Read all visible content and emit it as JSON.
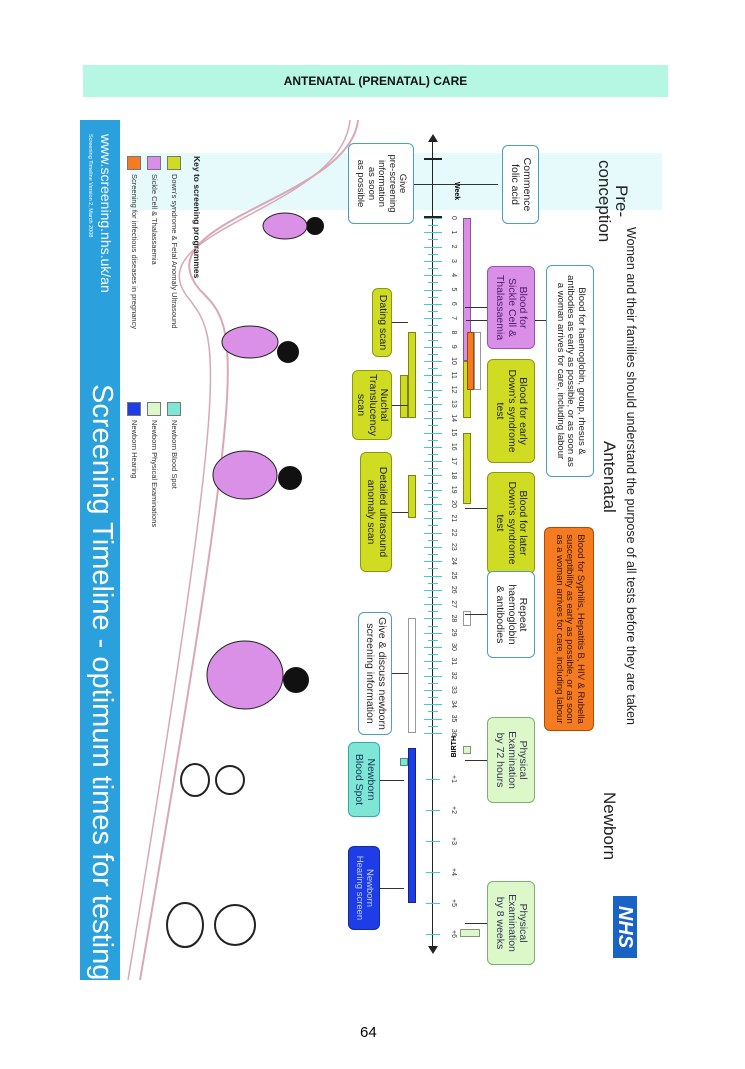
{
  "header": {
    "title": "ANTENATAL (PRENATAL) CARE"
  },
  "page_number": "64",
  "timeline": {
    "intro": "Women and their families should understand the purpose of all tests before they are taken",
    "phases": {
      "preconception": "Pre-\nconception",
      "antenatal": "Antenatal",
      "newborn": "Newborn"
    },
    "logo": "NHS",
    "week_label": "Week",
    "weeks": [
      "0",
      "1",
      "2",
      "3",
      "4",
      "5",
      "6",
      "7",
      "8",
      "9",
      "10",
      "11",
      "12",
      "13",
      "14",
      "15",
      "16",
      "17",
      "18",
      "19",
      "20",
      "21",
      "22",
      "23",
      "24",
      "25",
      "26",
      "27",
      "28",
      "29",
      "30",
      "31",
      "32",
      "33",
      "34",
      "35",
      "36"
    ],
    "birth_label": "BIRTH",
    "post_birth": [
      "+1",
      "+2",
      "+3",
      "+4",
      "+5",
      "+6"
    ],
    "boxes": {
      "folic": "Commence\nfolic acid",
      "prescreen": "Give\npre-screening\ninformation\nas soon\nas possible",
      "haemoglobin": "Blood for haemoglobin, group, rhesus &\nantibodies as early as possible, or as soon as\na woman arrives for care, including labour",
      "sickle": "Blood for\nSickle Cell &\nThalassaemia",
      "early_downs": "Blood for early\nDown's syndrome\ntest",
      "later_downs": "Blood for later\nDown's syndrome\ntest",
      "infectious": "Blood for Syphilis, Hepatitis B, HIV & Rubella\nsusceptibility as early as possible, or as soon\nas a woman arrives for care, including labour",
      "repeat": "Repeat\nhaemoglobin\n& antibodies",
      "phys72": "Physical\nExamination\nby 72 hours",
      "phys8": "Physical\nExamination\nby 8 weeks",
      "dating": "Dating scan",
      "nuchal": "Nuchal\nTranslucency\nscan",
      "detailed": "Detailed ultrasound\nanomaly scan",
      "discuss": "Give & discuss newborn\nscreening information",
      "bloodspot": "Newborn\nBlood Spot",
      "hearing": "Newborn\nHearing screen"
    },
    "key": {
      "title": "Key to screening programmes",
      "items": [
        {
          "label": "Down's syndrome & Fetal Anomaly Ultrasound",
          "color": "#cfdc22"
        },
        {
          "label": "Sickle Cell & Thalassaemia",
          "color": "#d98fe8"
        },
        {
          "label": "Screening for infectious diseases in pregnancy",
          "color": "#f47b20"
        },
        {
          "label": "Newborn Blood Spot",
          "color": "#7fe6d6"
        },
        {
          "label": "Newborn Physical Examinations",
          "color": "#dcf7c8"
        },
        {
          "label": "Newborn Hearing",
          "color": "#1f3de6"
        }
      ]
    },
    "footer": {
      "url": "www.screening.nhs.uk/an",
      "version": "Screening Timeline Version 2, March 2008",
      "title": "Screening Timeline - optimum times for testing"
    },
    "bars_weeks": [
      {
        "program": "sickle",
        "from": 0,
        "to": 10,
        "color": "#d98fe8",
        "side": "upper"
      },
      {
        "program": "downs",
        "from": 10,
        "to": 14,
        "color": "#cfdc22",
        "side": "upper"
      },
      {
        "program": "downs",
        "from": 15,
        "to": 20,
        "color": "#cfdc22",
        "side": "upper"
      },
      {
        "program": "infectious",
        "from": 8,
        "to": 12,
        "color": "#f47b20",
        "side": "upper2"
      },
      {
        "program": "haemoglobin",
        "from": 8,
        "to": 12,
        "color": "#ffffff",
        "side": "upper3"
      },
      {
        "program": "repeat",
        "from": 27.5,
        "to": 28.5,
        "color": "#ffffff",
        "side": "upper"
      },
      {
        "program": "dating",
        "from": 8,
        "to": 14,
        "color": "#cfdc22",
        "side": "lower"
      },
      {
        "program": "nuchal",
        "from": 11,
        "to": 14,
        "color": "#cfdc22",
        "side": "lower2"
      },
      {
        "program": "detailed",
        "from": 18,
        "to": 21,
        "color": "#cfdc22",
        "side": "lower"
      },
      {
        "program": "discuss",
        "from": 28,
        "to": 36,
        "color": "#ffffff",
        "side": "lower"
      }
    ]
  }
}
